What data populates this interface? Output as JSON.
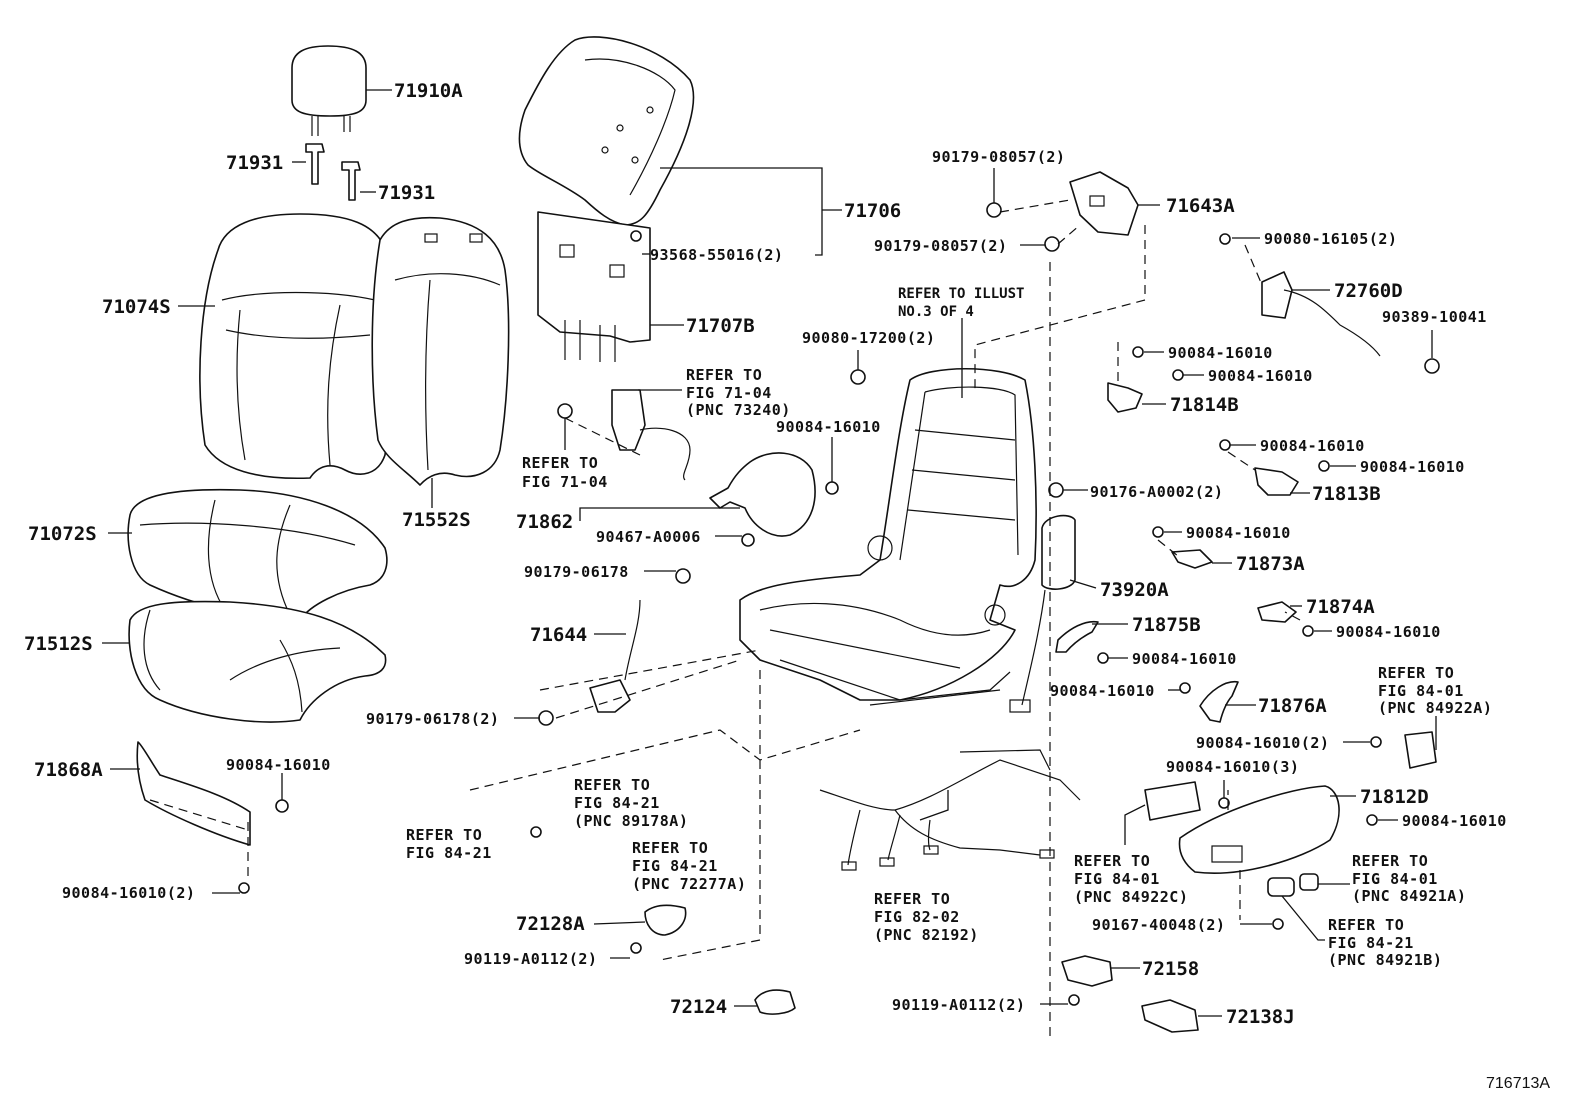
{
  "figure_id": "716713A",
  "callouts": {
    "c71910A": "71910A",
    "c71931a": "71931",
    "c71931b": "71931",
    "c71074S": "71074S",
    "c71552S": "71552S",
    "c71072S": "71072S",
    "c71512S": "71512S",
    "c71868A": "71868A",
    "c90084_16010_a": "90084-16010",
    "c90084_16010_2a": "90084-16010(2)",
    "c71706": "71706",
    "c93568": "93568-55016(2)",
    "c71707B": "71707B",
    "c71862": "71862",
    "c90467": "90467-A0006",
    "c90084_16010_b": "90084-16010",
    "c90179_06178": "90179-06178",
    "c71644": "71644",
    "c90179_06178_2": "90179-06178(2)",
    "c72128A": "72128A",
    "c90119_a": "90119-A0112(2)",
    "c72124": "72124",
    "c90179_08057_a": "90179-08057(2)",
    "c90179_08057_b": "90179-08057(2)",
    "c71643A": "71643A",
    "c90080_17200": "90080-17200(2)",
    "c90176": "90176-A0002(2)",
    "c73920A": "73920A",
    "c71875B": "71875B",
    "c90084_16010_c": "90084-16010",
    "c90084_16010_d": "90084-16010",
    "c71876A": "71876A",
    "c90080_16105": "90080-16105(2)",
    "c72760D": "72760D",
    "c90389": "90389-10041",
    "c90084_16010_e": "90084-16010",
    "c90084_16010_f": "90084-16010",
    "c71814B": "71814B",
    "c90084_16010_g": "90084-16010",
    "c90084_16010_h": "90084-16010",
    "c71813B": "71813B",
    "c90084_16010_i": "90084-16010",
    "c71873A": "71873A",
    "c71874A": "71874A",
    "c90084_16010_j": "90084-16010",
    "c90084_16010_2b": "90084-16010(2)",
    "c90084_16010_3": "90084-16010(3)",
    "c71812D": "71812D",
    "c90084_16010_k": "90084-16010",
    "c90167": "90167-40048(2)",
    "c72158": "72158",
    "c90119_b": "90119-A0112(2)",
    "c72138J": "72138J"
  },
  "refs": {
    "r_illust_1": "REFER TO ILLUST",
    "r_illust_2": "NO.3 OF 4",
    "r1_1": "REFER TO",
    "r1_2": "FIG 71-04",
    "r1_3": "(PNC 73240)",
    "r2_1": "REFER TO",
    "r2_2": "FIG 71-04",
    "r3_1": "REFER TO",
    "r3_2": "FIG 84-21",
    "r3_3": "(PNC 89178A)",
    "r4_1": "REFER TO",
    "r4_2": "FIG 84-21",
    "r5_1": "REFER TO",
    "r5_2": "FIG 84-21",
    "r5_3": "(PNC 72277A)",
    "r6_1": "REFER TO",
    "r6_2": "FIG 82-02",
    "r6_3": "(PNC 82192)",
    "r7_1": "REFER TO",
    "r7_2": "FIG 84-01",
    "r7_3": "(PNC 84922A)",
    "r8_1": "REFER TO",
    "r8_2": "FIG 84-01",
    "r8_3": "(PNC 84922C)",
    "r9_1": "REFER TO",
    "r9_2": "FIG 84-01",
    "r9_3": "(PNC 84921A)",
    "r10_1": "REFER TO",
    "r10_2": "FIG 84-21",
    "r10_3": "(PNC 84921B)"
  }
}
